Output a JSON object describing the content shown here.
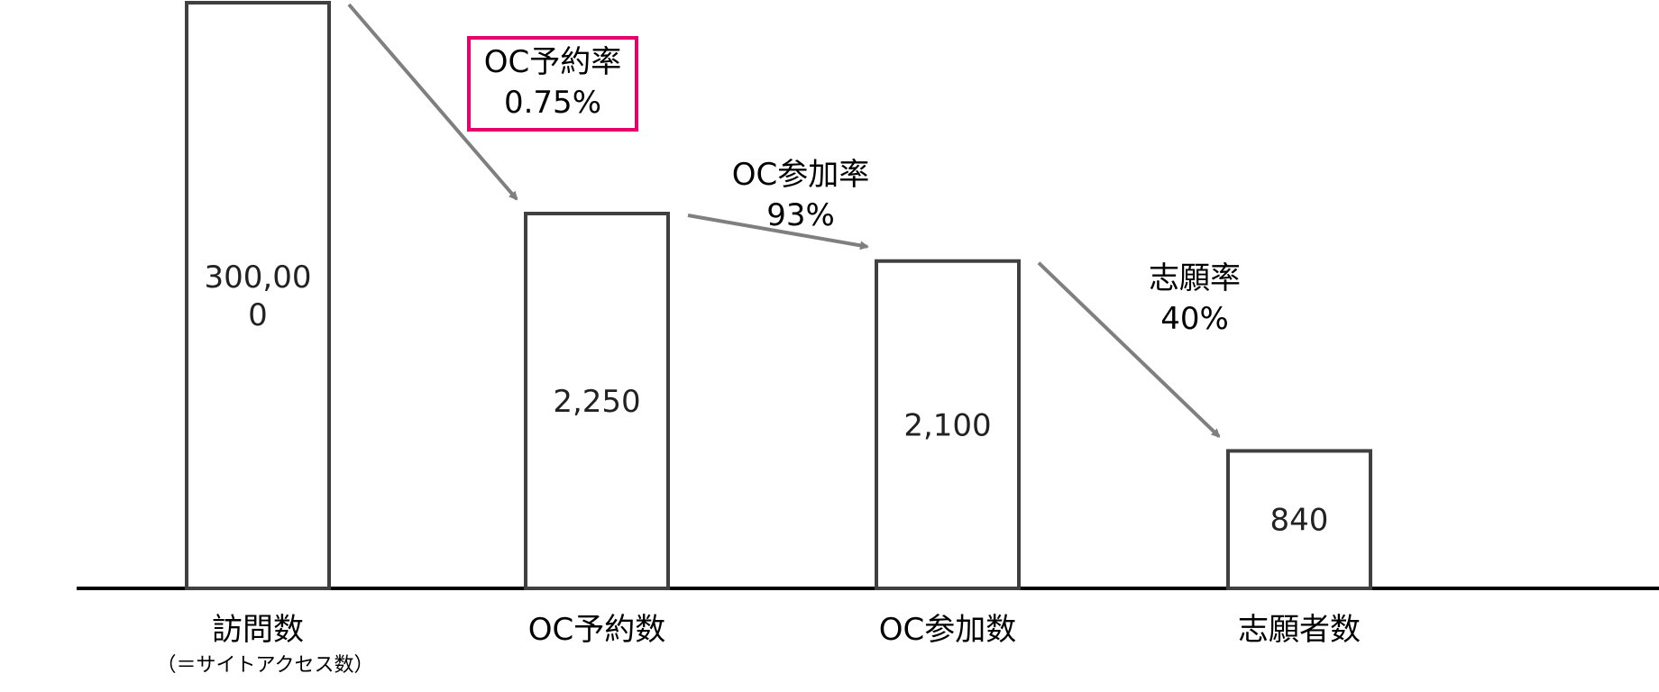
{
  "chart_data": {
    "type": "bar",
    "categories": [
      "訪問数",
      "OC予約数",
      "OC参加数",
      "志願者数"
    ],
    "category_notes": [
      "（＝サイトアクセス数）",
      "",
      "",
      ""
    ],
    "values": [
      300000,
      2250,
      2100,
      840
    ],
    "value_labels": [
      [
        "300,00",
        "0"
      ],
      [
        "2,250"
      ],
      [
        "2,100"
      ],
      [
        "840"
      ]
    ],
    "rates": [
      {
        "from": 0,
        "to": 1,
        "label": "OC予約率",
        "value": "0.75%",
        "highlight": true
      },
      {
        "from": 1,
        "to": 2,
        "label": "OC参加率",
        "value": "93%",
        "highlight": false
      },
      {
        "from": 2,
        "to": 3,
        "label": "志願率",
        "value": "40%",
        "highlight": false
      }
    ],
    "title": "",
    "xlabel": "",
    "ylabel": "",
    "grid": false,
    "legend": "none",
    "colors": {
      "bar_fill": "#ffffff",
      "bar_stroke": "#404040",
      "arrow": "#7f7f7f",
      "highlight": "#e6006e",
      "baseline": "#000000"
    }
  }
}
